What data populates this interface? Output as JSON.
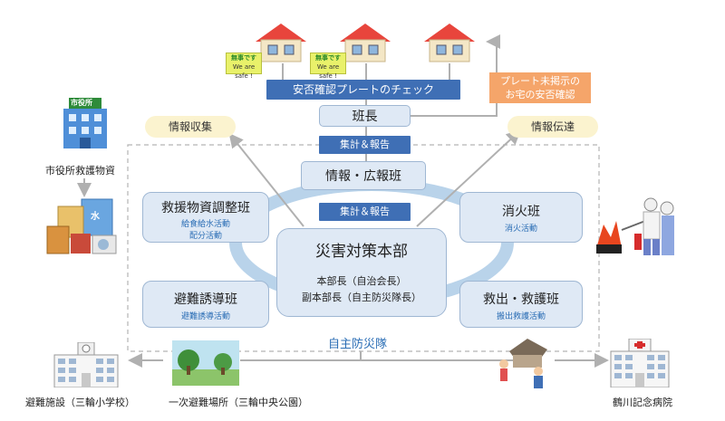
{
  "top": {
    "check_bar": "安否確認プレートのチェック",
    "unposted_note": "プレート未掲示の\nお宅の安否確認",
    "safe_sign_title": "無事です",
    "safe_sign_sub": "We are safe !",
    "houses": [
      "house-left",
      "house-middle",
      "house-right"
    ]
  },
  "flow": {
    "han_leader": "班長",
    "report_bar_1": "集計＆報告",
    "report_bar_2": "集計＆報告",
    "info_collect": "情報収集",
    "info_transmit": "情報伝達"
  },
  "org": {
    "frame_label": "自主防災隊",
    "pr_team": "情報・広報班",
    "hq": {
      "title": "災害対策本部",
      "line1": "本部長（自治会長）",
      "line2": "副本部長（自主防災隊長）"
    },
    "supply_team": {
      "title": "救援物資調整班",
      "sub1": "給食給水活動",
      "sub2": "配分活動"
    },
    "fire_team": {
      "title": "消火班",
      "sub1": "消火活動"
    },
    "evac_team": {
      "title": "避難誘導班",
      "sub1": "避難誘導活動"
    },
    "rescue_team": {
      "title": "救出・救護班",
      "sub1": "搬出救護活動"
    }
  },
  "externals": {
    "city_hall_sign": "市役所",
    "city_hall_supplies": "市役所救護物資",
    "water_label": "水",
    "shelter": "避難施設（三輪小学校）",
    "park": "一次避難場所（三輪中央公園）",
    "hospital": "鶴川記念病院"
  },
  "colors": {
    "box_fill": "#dfe9f5",
    "bar_blue": "#3f6fb5",
    "ring": "#b9d3ea",
    "note_orange": "#f5a56a",
    "pill_yellow": "#fbf3cf",
    "house_roof": "#e8453c"
  }
}
